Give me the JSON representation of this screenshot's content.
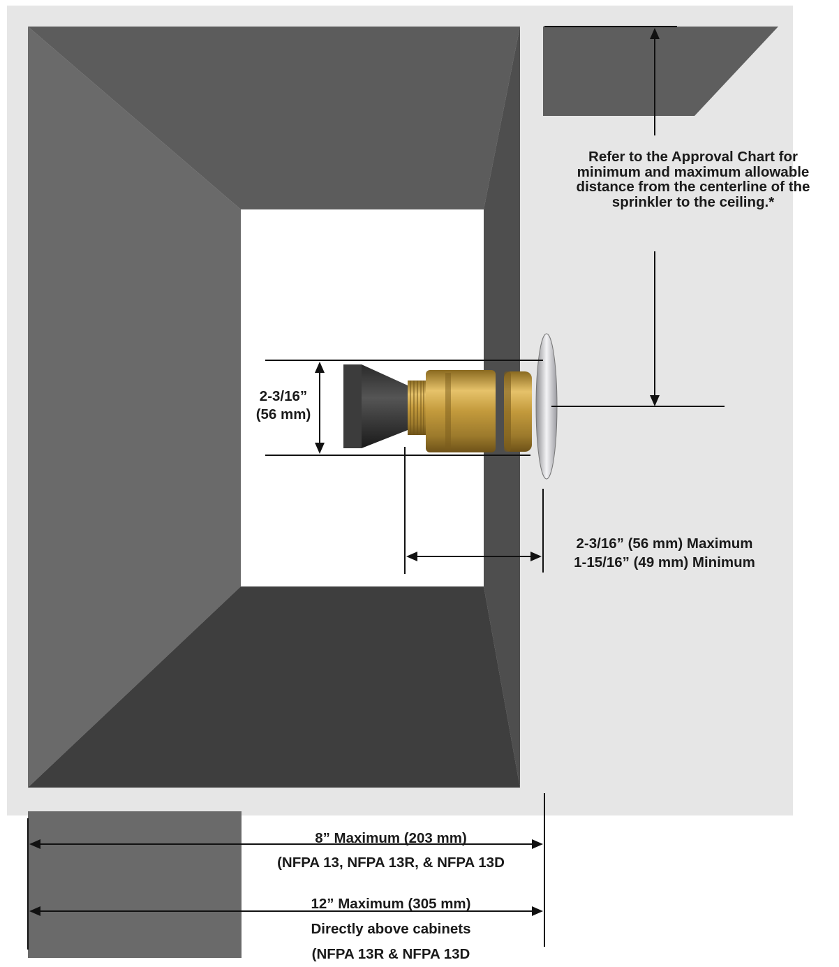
{
  "colors": {
    "wall_light": "#e6e6e6",
    "soffit_dark": "#5f5f5f",
    "soffit_mid": "#6e6e6e",
    "soffit_side": "#4d4d4d",
    "soffit_bottom": "#3f3f3f",
    "brass": "#c9a14a",
    "brass_dark": "#8c6a22",
    "escutcheon": "#d9d9dc",
    "line": "#111111"
  },
  "labels": {
    "ceiling_note": [
      "Refer to the Approval Chart for",
      "minimum and maximum allowable",
      "distance from the centerline of the",
      "sprinkler to the ceiling.*"
    ],
    "height": [
      "2-3/16”",
      "(56 mm)"
    ],
    "offset": [
      "2-3/16” (56 mm) Maximum",
      "1-15/16” (49 mm) Minimum"
    ],
    "max8": [
      "8” Maximum (203 mm)",
      "(NFPA 13, NFPA 13R, & NFPA 13D"
    ],
    "max12": [
      "12” Maximum (305 mm)",
      "Directly above cabinets",
      "(NFPA 13R & NFPA 13D"
    ]
  },
  "icons": {
    "sprinkler": "sidewall-sprinkler-icon"
  }
}
